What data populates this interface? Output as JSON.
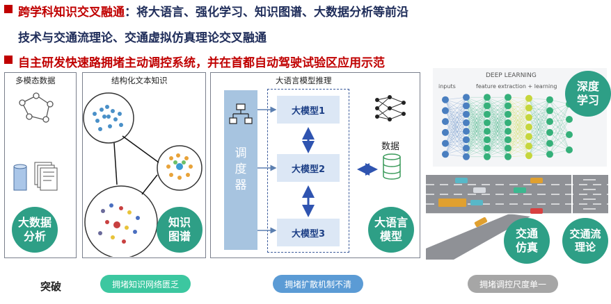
{
  "header": {
    "line1_highlight": "跨学科知识交叉融通",
    "line1_rest": "：将大语言、强化学习、知识图谱、大数据分析等前沿",
    "line2": "技术与交通流理论、交通虚拟仿真理论交叉融通",
    "line3": "自主研发快速路拥堵主动调控系统，并在首都自动驾驶试验区应用示范"
  },
  "panels": {
    "multimodal": {
      "title": "多模态数据",
      "badge": "大数据\n分析"
    },
    "structured": {
      "title": "结构化文本知识",
      "badge": "知识\n图谱"
    },
    "llm": {
      "title": "大语言模型推理",
      "scheduler": "调\n度\n器",
      "models": [
        "大模型1",
        "大模型2",
        "大模型3"
      ],
      "data_label": "数据",
      "badge": "大语言\n模型"
    }
  },
  "right": {
    "deep_learning_title": "DEEP LEARNING",
    "inputs_label": "inputs",
    "features_label": "feature extraction + learning",
    "deep_badge": "深度\n学习",
    "sim_badge": "交通\n仿真",
    "flow_badge": "交通流\n理论"
  },
  "bottom": {
    "label": "突破",
    "pills": [
      "拥堵知识网络匮乏",
      "拥堵扩散机制不清",
      "拥堵调控尺度单一"
    ]
  },
  "colors": {
    "accent_red": "#c00000",
    "teal": "#2e9f86",
    "pill_green": "#3cc7a0",
    "pill_blue": "#5b9bd5",
    "pill_grey": "#a6a6a6",
    "node_blue": "#4a7fc0",
    "node_green": "#35b07a",
    "node_yellow": "#c6d63c"
  }
}
